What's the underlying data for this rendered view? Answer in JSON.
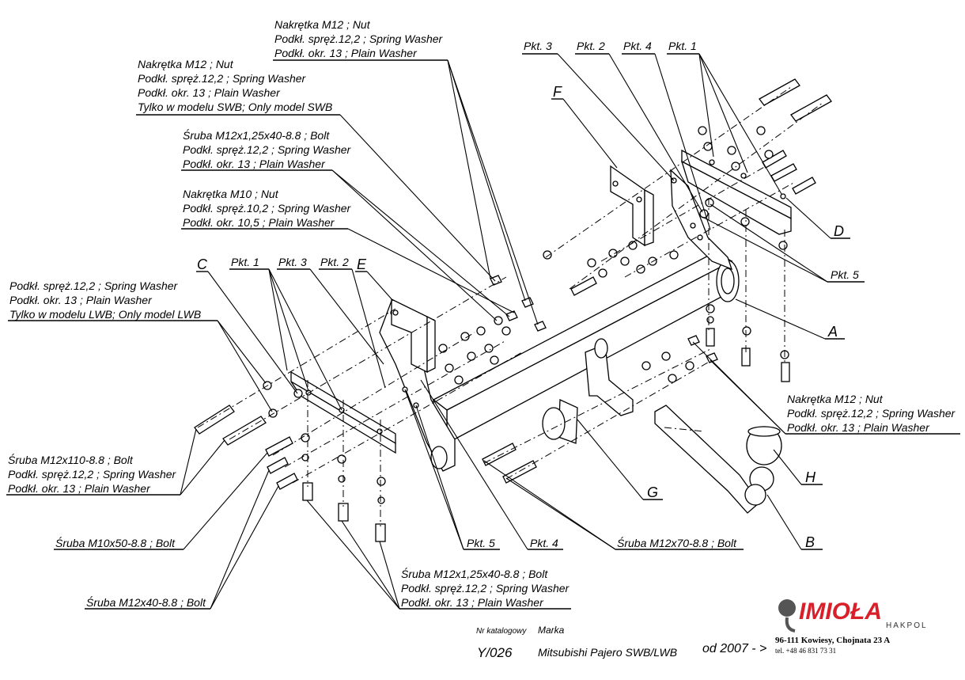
{
  "callouts": {
    "top_nut": [
      "Nakrętka  M12 ; Nut",
      "Podkł. spręż.12,2 ; Spring Washer",
      "Podkł. okr. 13 ; Plain Washer"
    ],
    "swb_nut": [
      "Nakrętka  M12 ; Nut",
      "Podkł. spręż.12,2 ; Spring Washer",
      "Podkł. okr. 13 ; Plain Washer",
      "Tylko w modelu SWB; Only model SWB"
    ],
    "bolt_m12x125": [
      "Śruba M12x1,25x40-8.8 ;  Bolt",
      "Podkł. spręż.12,2 ; Spring Washer",
      "Podkł. okr. 13 ; Plain Washer"
    ],
    "nut_m10": [
      "Nakrętka  M10 ; Nut",
      "Podkł. spręż.10,2 ; Spring Washer",
      "Podkł. okr. 10,5 ; Plain Washer"
    ],
    "lwb_washer": [
      "Podkł. spręż.12,2 ; Spring Washer",
      "Podkł. okr. 13 ; Plain Washer",
      "Tylko w modelu LWB; Only model LWB"
    ],
    "bolt_m12x110": [
      "Śruba M12x110-8.8 ;  Bolt",
      "Podkł. spręż.12,2 ; Spring Washer",
      "Podkł. okr. 13 ; Plain Washer"
    ],
    "bolt_m10x50": "Śruba M10x50-8.8 ;  Bolt",
    "bolt_m12x40": "Śruba M12x40-8.8 ;  Bolt",
    "bottom_bolt": [
      "Śruba M12x1,25x40-8.8 ;  Bolt",
      "Podkł. spręż.12,2 ; Spring Washer",
      "Podkł. okr. 13 ; Plain Washer"
    ],
    "bolt_m12x70": "Śruba M12x70-8.8 ;  Bolt",
    "right_nut": [
      "Nakrętka  M12 ; Nut",
      "Podkł. spręż.12,2 ; Spring Washer",
      "Podkł. okr. 13 ; Plain Washer"
    ]
  },
  "points": {
    "pkt1": "Pkt. 1",
    "pkt2": "Pkt. 2",
    "pkt3": "Pkt. 3",
    "pkt4": "Pkt. 4",
    "pkt5": "Pkt. 5"
  },
  "part_letters": {
    "A": "A",
    "B": "B",
    "C": "C",
    "D": "D",
    "E": "E",
    "F": "F",
    "G": "G",
    "H": "H"
  },
  "footer": {
    "catalog_label": "Nr katalogowy",
    "catalog_no": "Y/026",
    "make_label": "Marka",
    "make": "Mitsubishi Pajero SWB/LWB",
    "from": "od  2007 - >",
    "brand": "IMIOŁA",
    "brand_sub": "HAKPOL",
    "address": "96-111 Kowiesy, Chojnata 23 A",
    "phone": "tel. +48 46 831 73 31",
    "brand_color": "#d8202a"
  }
}
